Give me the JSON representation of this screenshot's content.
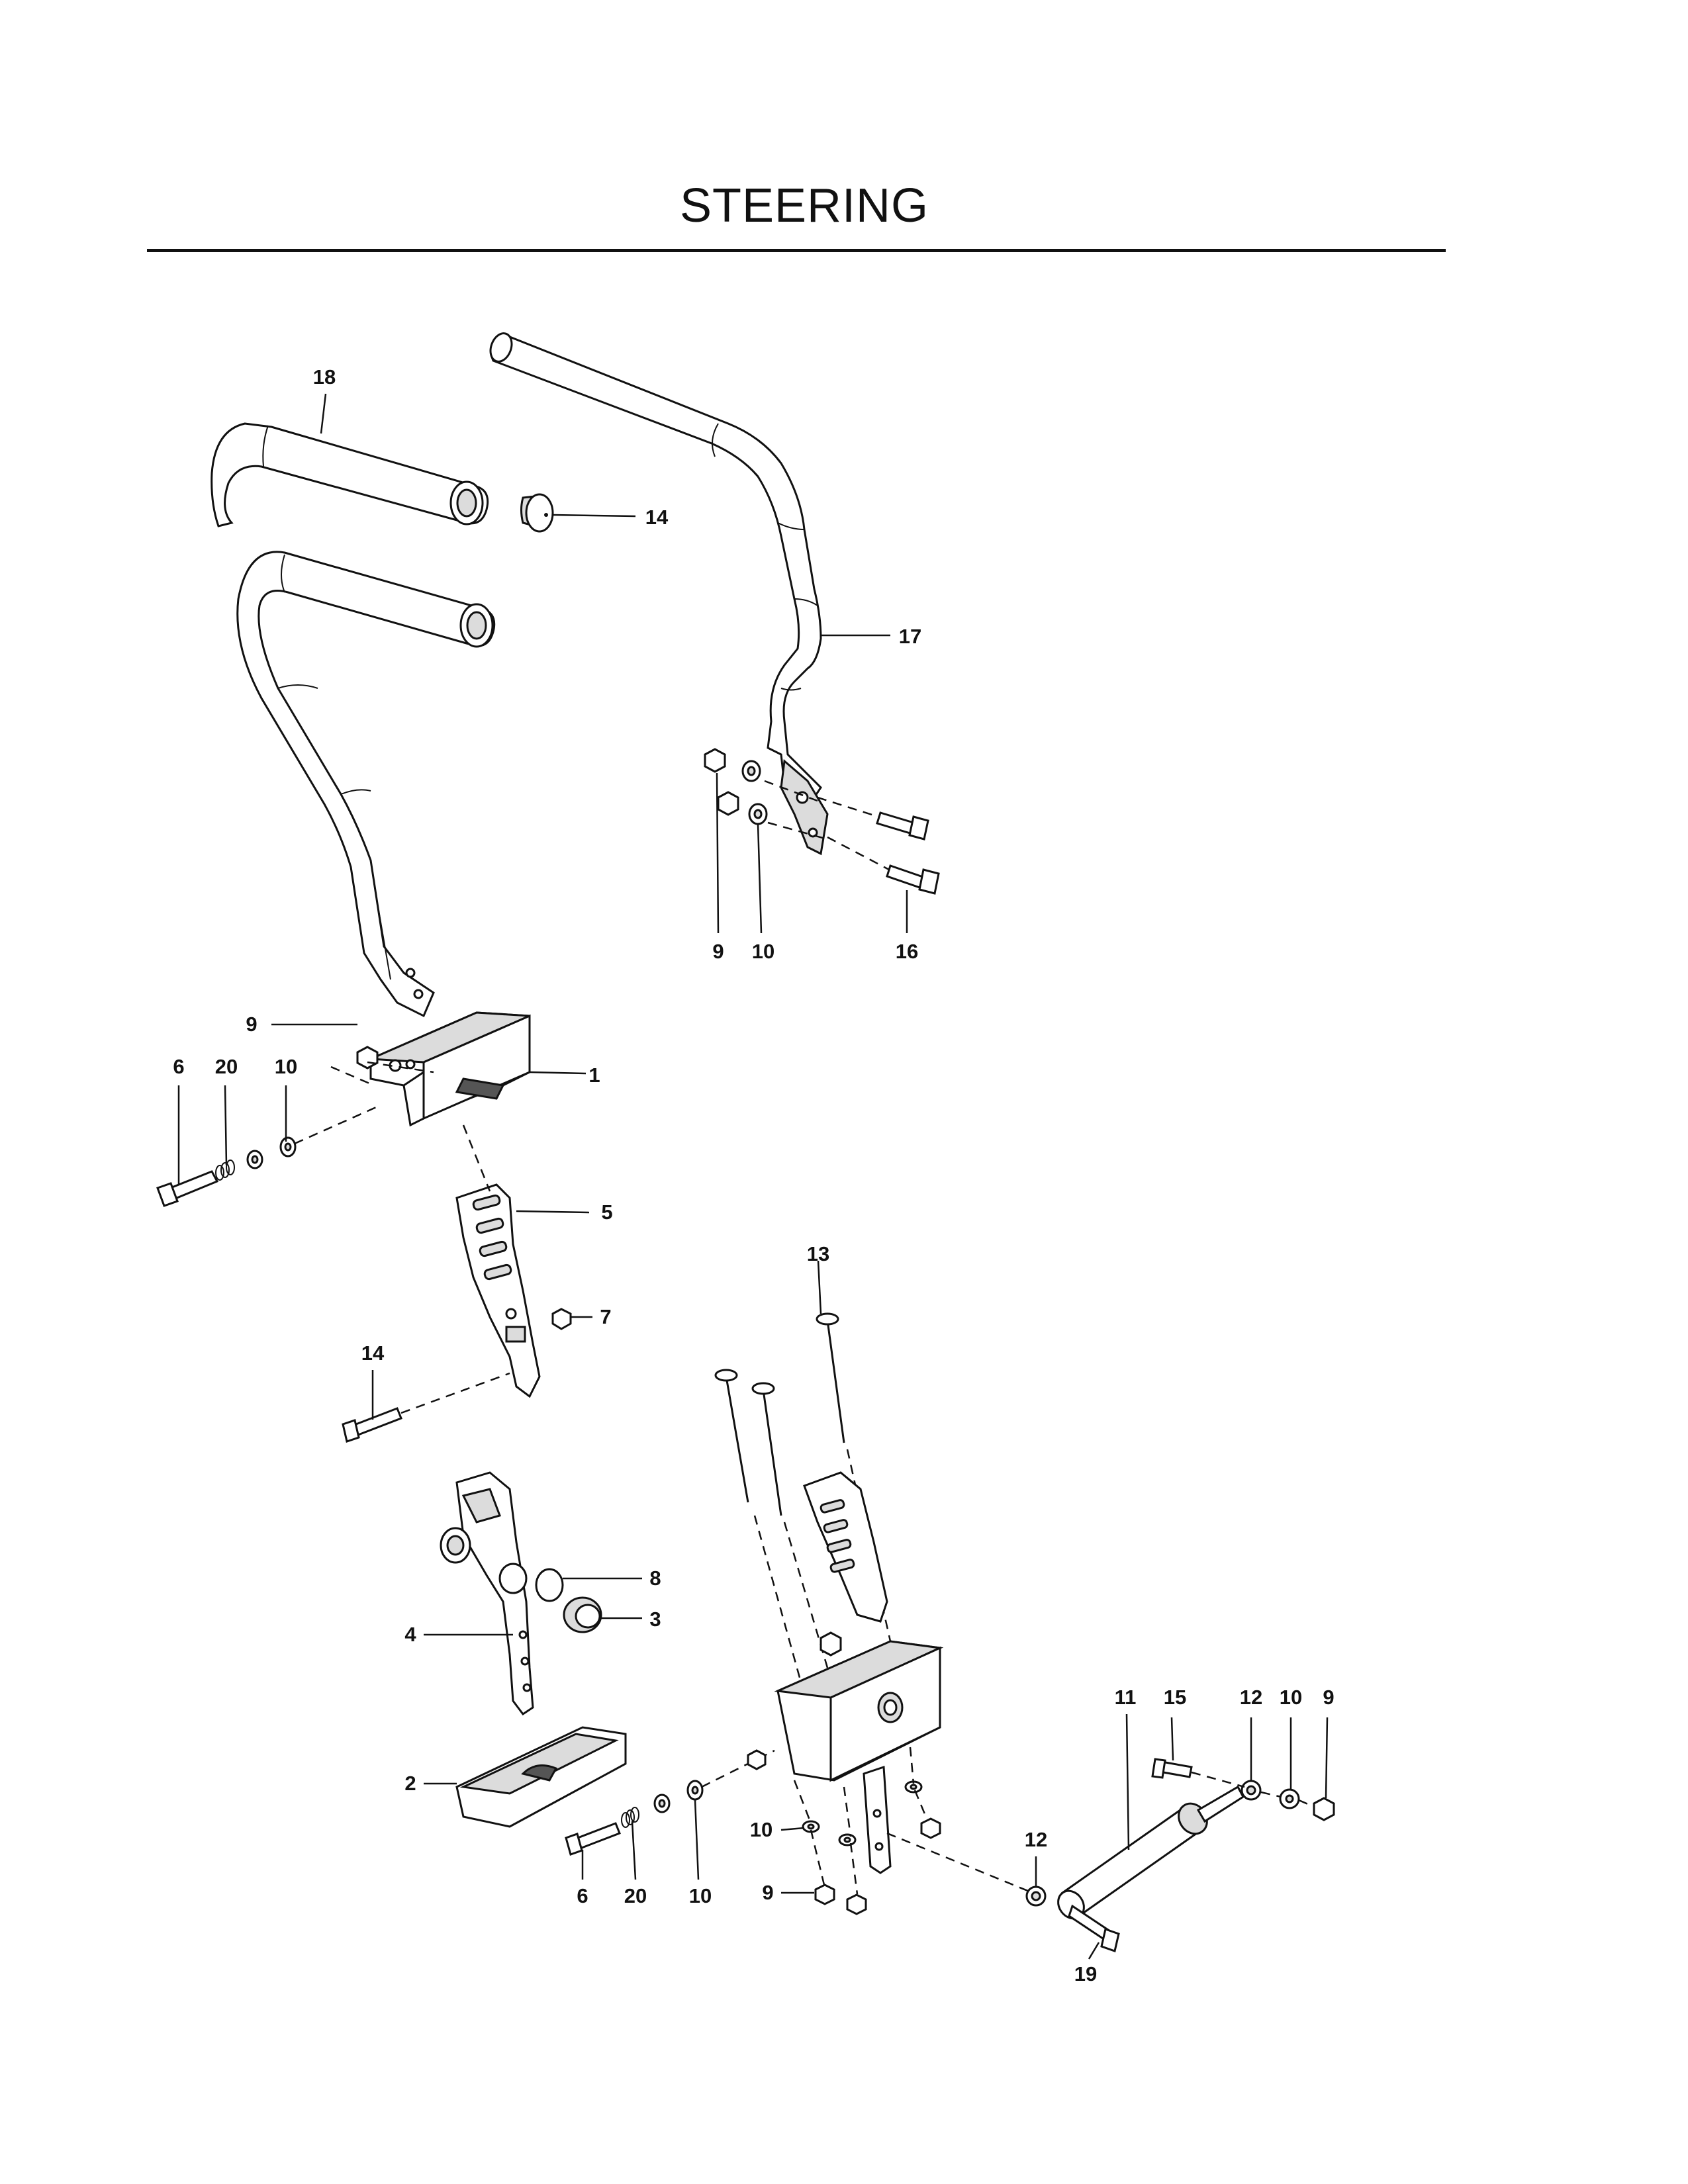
{
  "title": "STEERING",
  "callouts": [
    {
      "key": "c18",
      "text": "18"
    },
    {
      "key": "c14a",
      "text": "14"
    },
    {
      "key": "c17",
      "text": "17"
    },
    {
      "key": "c9a",
      "text": "9"
    },
    {
      "key": "c10a",
      "text": "10"
    },
    {
      "key": "c16",
      "text": "16"
    },
    {
      "key": "c9b",
      "text": "9"
    },
    {
      "key": "c1",
      "text": "1"
    },
    {
      "key": "c6a",
      "text": "6"
    },
    {
      "key": "c20a",
      "text": "20"
    },
    {
      "key": "c10b",
      "text": "10"
    },
    {
      "key": "c5",
      "text": "5"
    },
    {
      "key": "c7",
      "text": "7"
    },
    {
      "key": "c14b",
      "text": "14"
    },
    {
      "key": "c13",
      "text": "13"
    },
    {
      "key": "c8",
      "text": "8"
    },
    {
      "key": "c3",
      "text": "3"
    },
    {
      "key": "c4",
      "text": "4"
    },
    {
      "key": "c2",
      "text": "2"
    },
    {
      "key": "c6b",
      "text": "6"
    },
    {
      "key": "c20b",
      "text": "20"
    },
    {
      "key": "c10c",
      "text": "10"
    },
    {
      "key": "c10d",
      "text": "10"
    },
    {
      "key": "c9c",
      "text": "9"
    },
    {
      "key": "c11",
      "text": "11"
    },
    {
      "key": "c15",
      "text": "15"
    },
    {
      "key": "c12a",
      "text": "12"
    },
    {
      "key": "c10e",
      "text": "10"
    },
    {
      "key": "c9d",
      "text": "9"
    },
    {
      "key": "c12b",
      "text": "12"
    },
    {
      "key": "c19",
      "text": "19"
    }
  ]
}
